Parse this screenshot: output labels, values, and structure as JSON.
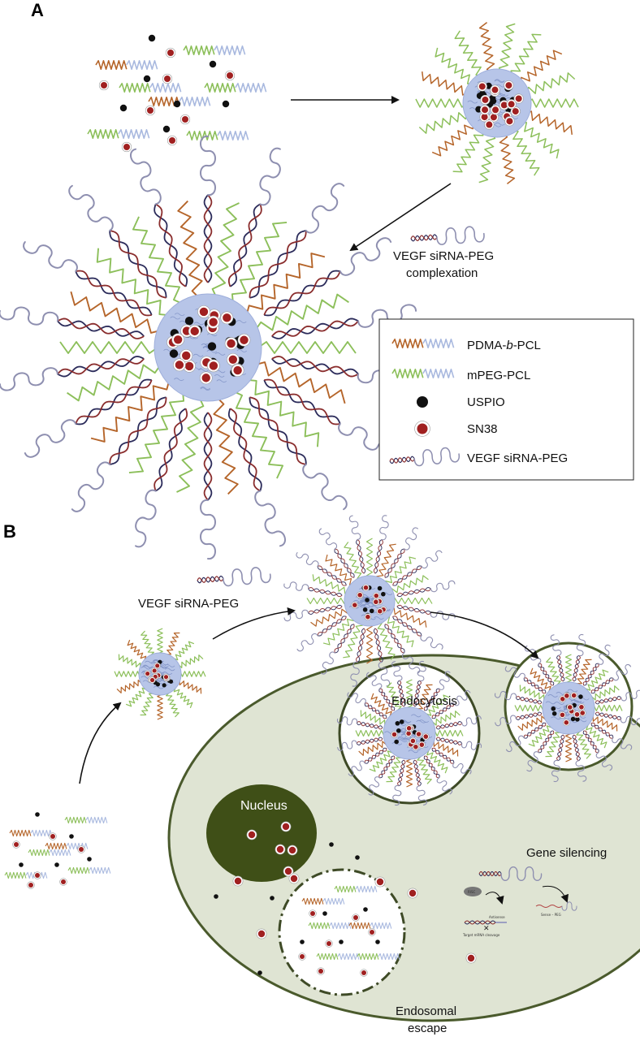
{
  "panelA": {
    "letter": "A",
    "complexation": {
      "line1": "VEGF siRNA-PEG",
      "line2": "complexation"
    },
    "legend": {
      "items": [
        {
          "pre": "PDMA-",
          "ital": "b",
          "post": "-PCL",
          "icon": "pdma-b-pcl-icon"
        },
        {
          "pre": "mPEG-PCL",
          "ital": "",
          "post": "",
          "icon": "mpeg-pcl-icon"
        },
        {
          "pre": "USPIO",
          "ital": "",
          "post": "",
          "icon": "uspio-icon"
        },
        {
          "pre": "SN38",
          "ital": "",
          "post": "",
          "icon": "sn38-icon"
        },
        {
          "pre": "VEGF siRNA-PEG",
          "ital": "",
          "post": "",
          "icon": "vegf-sirna-peg-icon"
        }
      ]
    }
  },
  "panelB": {
    "letter": "B",
    "sirna_label": "VEGF siRNA-PEG",
    "endocytosis": "Endocytosis",
    "nucleus": "Nucleus",
    "gene_silencing": "Gene silencing",
    "endosomal1": "Endosomal",
    "endosomal2": "escape",
    "mini": {
      "risc": "RISC",
      "antisense": "Antisense",
      "cleavage": "Target mRNA cleavage",
      "sense": "Sense – PEG"
    }
  },
  "colors": {
    "pdma": "#b5652a",
    "peg_green": "#8cbf5a",
    "pcl_blue": "#a9b9df",
    "core": "#b7c5e8",
    "uspio": "#111111",
    "sn38": "#a02020",
    "sirna": "#3c3c7a",
    "cell": "#dfe4d3",
    "cell_border": "#4a5a2c",
    "nucleus": "#3f4f17"
  }
}
